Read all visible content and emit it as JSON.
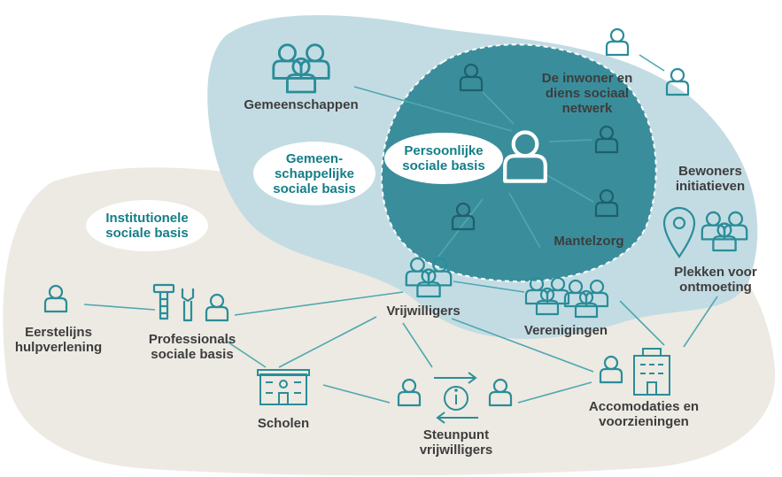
{
  "colors": {
    "outer_region": "#eceae2",
    "community_region": "#c3dce3",
    "personal_region": "#3a8e9c",
    "icon_stroke": "#2a8d99",
    "line": "#4fa7b1",
    "text": "#3d3d3d",
    "accent_text": "#137e88"
  },
  "regions": {
    "institutional": "Institutionele\nsociale basis",
    "community": "Gemeen-\nschappelijke\nsociale basis",
    "personal": "Persoonlijke\nsociale basis"
  },
  "nodes": {
    "resident": "De inwoner en\ndiens sociaal\nnetwerk",
    "communities": "Gemeenschappen",
    "informal_care": "Mantelzorg",
    "resident_initiatives": "Bewoners\ninitiatieven",
    "meeting_places": "Plekken voor\nontmoeting",
    "volunteers": "Vrijwilligers",
    "associations": "Verenigingen",
    "first_line": "Eerstelijns\nhulpverlening",
    "professionals": "Professionals\nsociale basis",
    "schools": "Scholen",
    "support_point": "Steunpunt\nvrijwilligers",
    "facilities": "Accomodaties en\nvoorzieningen"
  },
  "icons": [
    "person-icon",
    "group-icon",
    "tools-icon",
    "school-building-icon",
    "info-exchange-icon",
    "building-icon",
    "location-pin-icon"
  ]
}
